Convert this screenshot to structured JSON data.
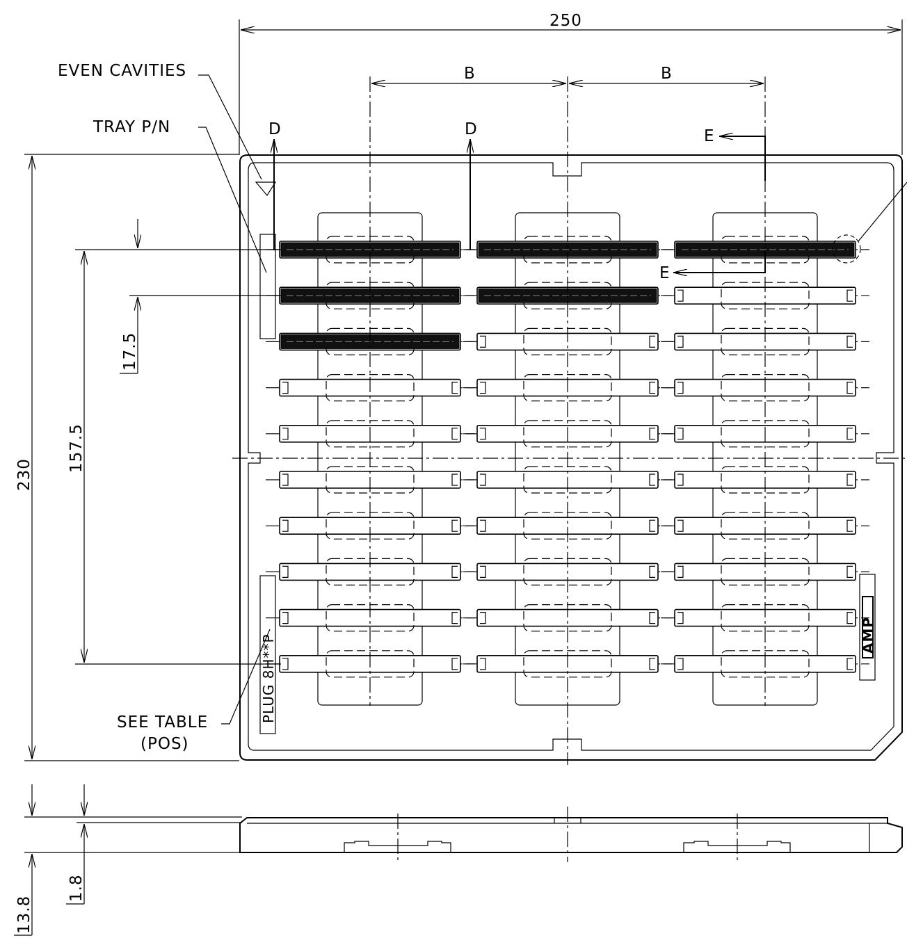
{
  "labels": {
    "even_cavities": "EVEN CAVITIES",
    "tray_pn": "TRAY P/N",
    "see_table": "SEE TABLE",
    "pos": "(POS)",
    "section_d": "D",
    "section_e": "E",
    "pitch_b": "B",
    "plug_text": "PLUG 8H**P",
    "amp_logo": "AMP"
  },
  "dimensions": {
    "width": "250",
    "height": "230",
    "row_span": "157.5",
    "row_pitch": "17.5",
    "height_total": "13.8",
    "step": "1.8"
  },
  "grid": {
    "columns": 3,
    "rows": 10,
    "filled_cavities": [
      [
        0,
        0
      ],
      [
        1,
        0
      ],
      [
        2,
        0
      ],
      [
        0,
        1
      ],
      [
        1,
        1
      ],
      [
        0,
        2
      ]
    ]
  },
  "colors": {
    "line": "#000000",
    "background": "#ffffff"
  }
}
